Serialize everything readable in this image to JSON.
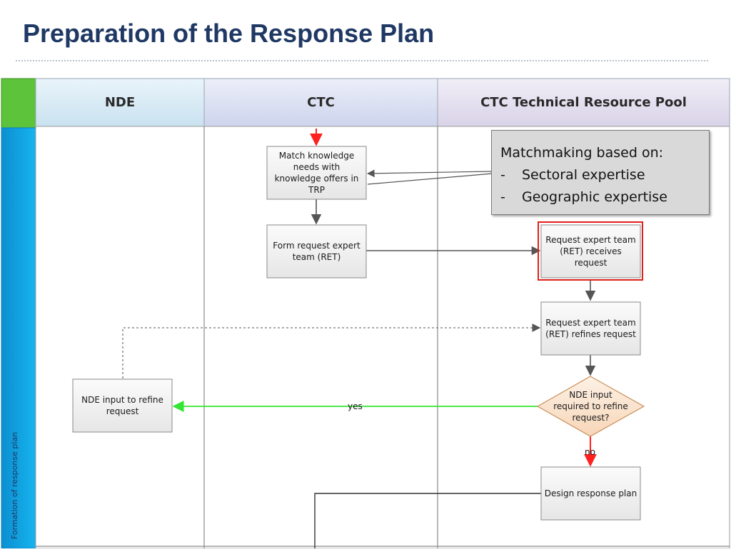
{
  "slide": {
    "title": "Preparation of the Response Plan"
  },
  "lanes": {
    "nde": "NDE",
    "ctc": "CTC",
    "pool": "CTC Technical Resource Pool"
  },
  "phase_label": "Formation of response plan",
  "nodes": {
    "match": "Match knowledge needs with knowledge offers in TRP",
    "form_ret": "Form request expert team (RET)",
    "ret_receives": "Request expert team (RET) receives request",
    "ret_refines": "Request expert team (RET) refines request",
    "nde_input_question": "NDE input required to refine request?",
    "nde_input": "NDE input to refine request",
    "design": "Design response plan"
  },
  "edge_labels": {
    "yes": "yes",
    "no": "no"
  },
  "callout": {
    "heading": "Matchmaking based on:",
    "items": [
      {
        "bullet": "-",
        "text": "Sectoral expertise"
      },
      {
        "bullet": "-",
        "text": "Geographic expertise"
      }
    ]
  },
  "colors": {
    "title": "#1f3864",
    "phase_bar": "#0aa2e3",
    "phase_corner": "#5cc33b",
    "lane_nde": "#d8ebf5",
    "lane_ctc": "#dbe0f2",
    "lane_pool": "#e6e2f0",
    "highlight": "#e0201b",
    "yes_arrow": "#33e633",
    "start_arrow": "#ff2020"
  }
}
